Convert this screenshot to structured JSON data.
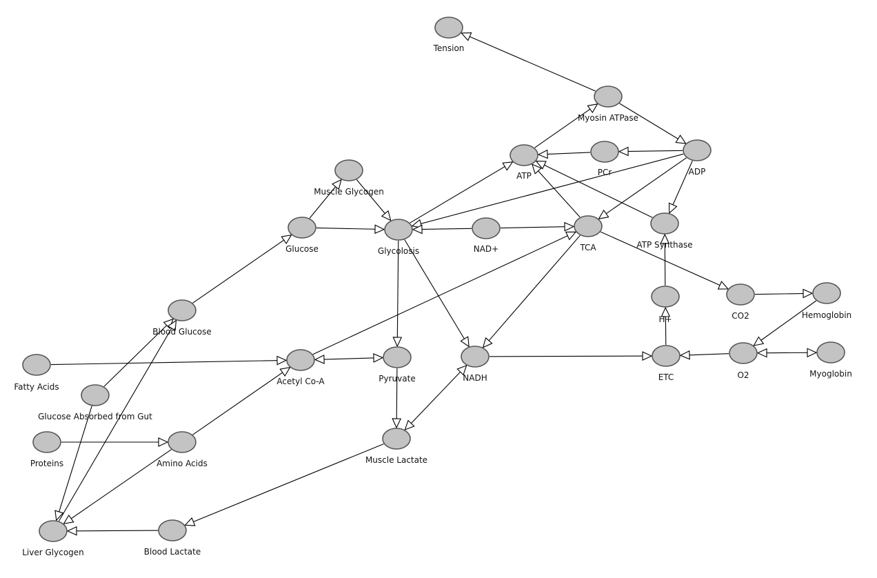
{
  "diagram": {
    "node_fill": "#c3c3c3",
    "node_stroke": "#555555",
    "edge_color": "#000000",
    "nodes": [
      {
        "id": "tension",
        "label": "Tension"
      },
      {
        "id": "myosin_atpase",
        "label": "Myosin ATPase"
      },
      {
        "id": "atp",
        "label": "ATP"
      },
      {
        "id": "pcr",
        "label": "PCr"
      },
      {
        "id": "adp",
        "label": "ADP"
      },
      {
        "id": "muscle_glycogen",
        "label": "Muscle Glycogen"
      },
      {
        "id": "glucose",
        "label": "Glucose"
      },
      {
        "id": "glycolosis",
        "label": "Glycolosis"
      },
      {
        "id": "nad_plus",
        "label": "NAD+"
      },
      {
        "id": "tca",
        "label": "TCA"
      },
      {
        "id": "atp_synthase",
        "label": "ATP Synthase"
      },
      {
        "id": "blood_glucose",
        "label": "Blood Glucose"
      },
      {
        "id": "fatty_acids",
        "label": "Fatty Acids"
      },
      {
        "id": "acetyl_coa",
        "label": "Acetyl Co-A"
      },
      {
        "id": "pyruvate",
        "label": "Pyruvate"
      },
      {
        "id": "nadh",
        "label": "NADH"
      },
      {
        "id": "h_plus",
        "label": "H+"
      },
      {
        "id": "co2",
        "label": "CO2"
      },
      {
        "id": "hemoglobin",
        "label": "Hemoglobin"
      },
      {
        "id": "etc",
        "label": "ETC"
      },
      {
        "id": "o2",
        "label": "O2"
      },
      {
        "id": "myoglobin",
        "label": "Myoglobin"
      },
      {
        "id": "glucose_gut",
        "label": "Glucose Absorbed from Gut"
      },
      {
        "id": "proteins",
        "label": "Proteins"
      },
      {
        "id": "amino_acids",
        "label": "Amino Acids"
      },
      {
        "id": "muscle_lactate",
        "label": "Muscle Lactate"
      },
      {
        "id": "liver_glycogen",
        "label": "Liver Glycogen"
      },
      {
        "id": "blood_lactate",
        "label": "Blood Lactate"
      }
    ],
    "edges": [
      {
        "from": "myosin_atpase",
        "to": "tension"
      },
      {
        "from": "atp",
        "to": "myosin_atpase"
      },
      {
        "from": "myosin_atpase",
        "to": "adp"
      },
      {
        "from": "adp",
        "to": "pcr"
      },
      {
        "from": "pcr",
        "to": "atp"
      },
      {
        "from": "adp",
        "to": "glycolosis"
      },
      {
        "from": "adp",
        "to": "tca"
      },
      {
        "from": "adp",
        "to": "atp_synthase"
      },
      {
        "from": "atp_synthase",
        "to": "atp"
      },
      {
        "from": "tca",
        "to": "atp"
      },
      {
        "from": "glycolosis",
        "to": "atp"
      },
      {
        "from": "muscle_glycogen",
        "to": "glycolosis"
      },
      {
        "from": "glucose",
        "to": "muscle_glycogen"
      },
      {
        "from": "glucose",
        "to": "glycolosis"
      },
      {
        "from": "nad_plus",
        "to": "glycolosis"
      },
      {
        "from": "nad_plus",
        "to": "tca"
      },
      {
        "from": "glycolosis",
        "to": "pyruvate"
      },
      {
        "from": "glycolosis",
        "to": "nadh"
      },
      {
        "from": "tca",
        "to": "nadh"
      },
      {
        "from": "tca",
        "to": "co2"
      },
      {
        "from": "blood_glucose",
        "to": "glucose"
      },
      {
        "from": "acetyl_coa",
        "to": "tca"
      },
      {
        "from": "fatty_acids",
        "to": "acetyl_coa"
      },
      {
        "from": "acetyl_coa",
        "to": "pyruvate",
        "bidirectional": true
      },
      {
        "from": "pyruvate",
        "to": "muscle_lactate"
      },
      {
        "from": "muscle_lactate",
        "to": "nadh",
        "bidirectional": true
      },
      {
        "from": "nadh",
        "to": "etc"
      },
      {
        "from": "etc",
        "to": "h_plus"
      },
      {
        "from": "h_plus",
        "to": "atp_synthase"
      },
      {
        "from": "co2",
        "to": "hemoglobin"
      },
      {
        "from": "hemoglobin",
        "to": "o2"
      },
      {
        "from": "o2",
        "to": "etc"
      },
      {
        "from": "o2",
        "to": "myoglobin",
        "bidirectional": true
      },
      {
        "from": "glucose_gut",
        "to": "blood_glucose"
      },
      {
        "from": "glucose_gut",
        "to": "liver_glycogen"
      },
      {
        "from": "liver_glycogen",
        "to": "blood_glucose"
      },
      {
        "from": "proteins",
        "to": "amino_acids"
      },
      {
        "from": "amino_acids",
        "to": "acetyl_coa"
      },
      {
        "from": "amino_acids",
        "to": "liver_glycogen"
      },
      {
        "from": "muscle_lactate",
        "to": "blood_lactate"
      },
      {
        "from": "blood_lactate",
        "to": "liver_glycogen"
      }
    ]
  }
}
